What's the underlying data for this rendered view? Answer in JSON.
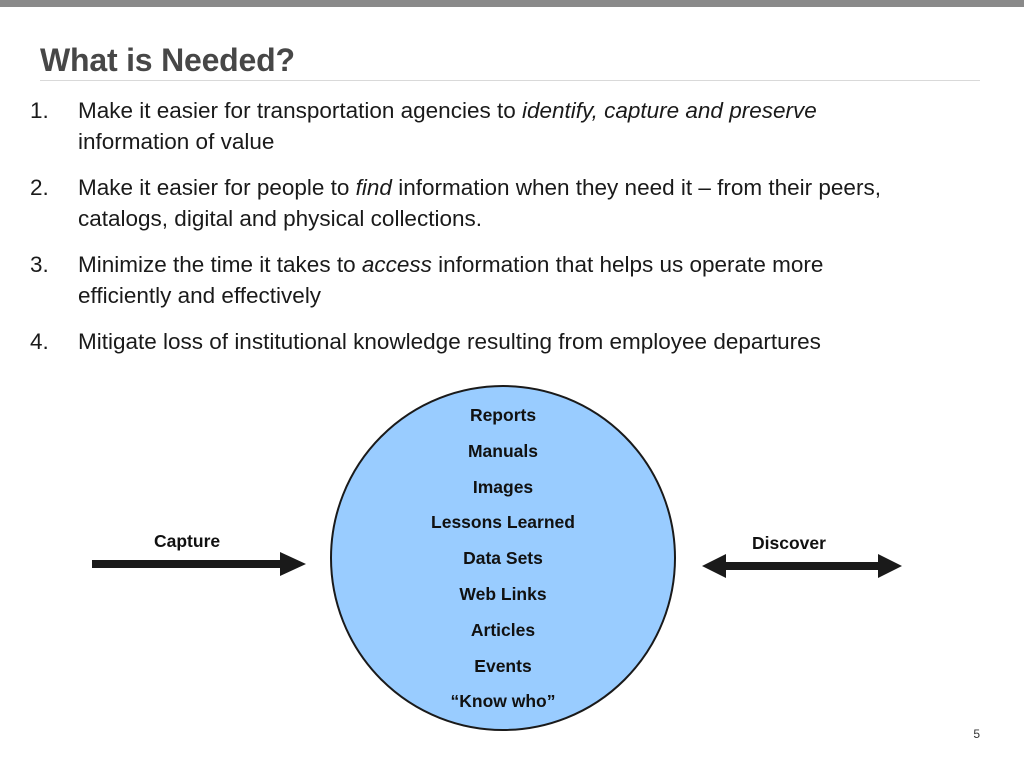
{
  "slide": {
    "title": "What is Needed?",
    "page_number": "5"
  },
  "points": [
    {
      "number": "1.",
      "segments": [
        {
          "text": "Make it easier for transportation agencies to ",
          "italic": false
        },
        {
          "text": "identify, capture and preserve",
          "italic": true
        },
        {
          "text": " information of value",
          "italic": false
        }
      ]
    },
    {
      "number": "2.",
      "segments": [
        {
          "text": "Make it easier for people to ",
          "italic": false
        },
        {
          "text": "find",
          "italic": true
        },
        {
          "text": " information when they need it – from their peers, catalogs, digital and physical collections.",
          "italic": false
        }
      ]
    },
    {
      "number": "3.",
      "segments": [
        {
          "text": "Minimize the time it takes to ",
          "italic": false
        },
        {
          "text": "access",
          "italic": true
        },
        {
          "text": " information that helps us operate more efficiently and effectively",
          "italic": false
        }
      ]
    },
    {
      "number": "4.",
      "segments": [
        {
          "text": "Mitigate loss of institutional knowledge resulting from employee departures",
          "italic": false
        }
      ]
    }
  ],
  "diagram": {
    "capture_label": "Capture",
    "discover_label": "Discover",
    "circle_items": [
      "Reports",
      "Manuals",
      "Images",
      "Lessons Learned",
      "Data Sets",
      "Web Links",
      "Articles",
      "Events",
      "“Know who”"
    ],
    "colors": {
      "circle_fill": "#99CCFF",
      "circle_stroke": "#1a1a1a",
      "arrow": "#1a1a1a"
    },
    "icons": {
      "capture_arrow": "right-arrow-icon",
      "discover_arrow": "double-arrow-icon"
    }
  }
}
